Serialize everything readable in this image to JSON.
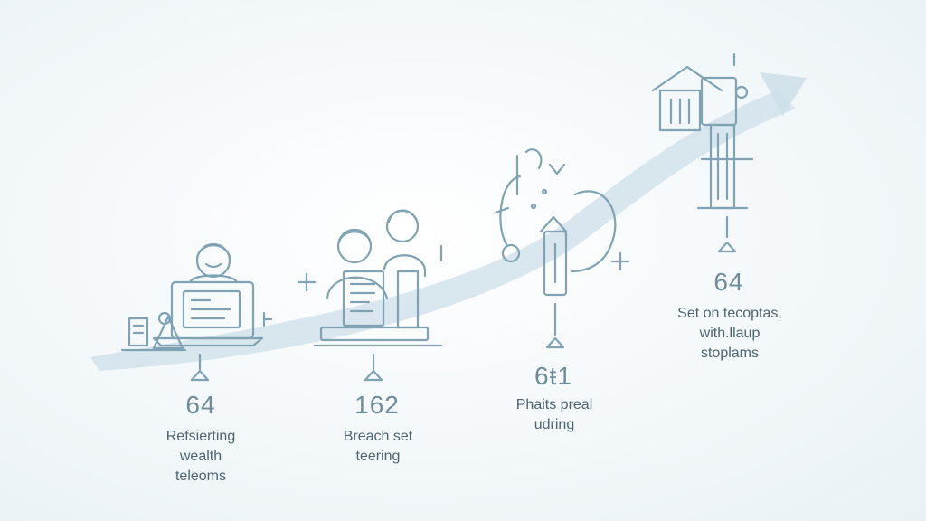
{
  "colors": {
    "stroke": "#7fa3b3",
    "ribbon": "#c9dbe6",
    "text": "#4d6470"
  },
  "steps": [
    {
      "number": "64",
      "lines": [
        "Refsierting",
        "wealth",
        "teleoms"
      ],
      "icon": "person-at-laptop-icon"
    },
    {
      "number": "162",
      "lines": [
        "Breach set",
        "teering"
      ],
      "icon": "two-people-document-icon"
    },
    {
      "number": "6ŧ1",
      "lines": [
        "Phaits preal",
        "udring"
      ],
      "icon": "figure-with-key-icon"
    },
    {
      "number": "64",
      "lines": [
        "Set on tecoptas,",
        "with.llaup",
        "stoplams"
      ],
      "icon": "house-tower-icon"
    }
  ]
}
